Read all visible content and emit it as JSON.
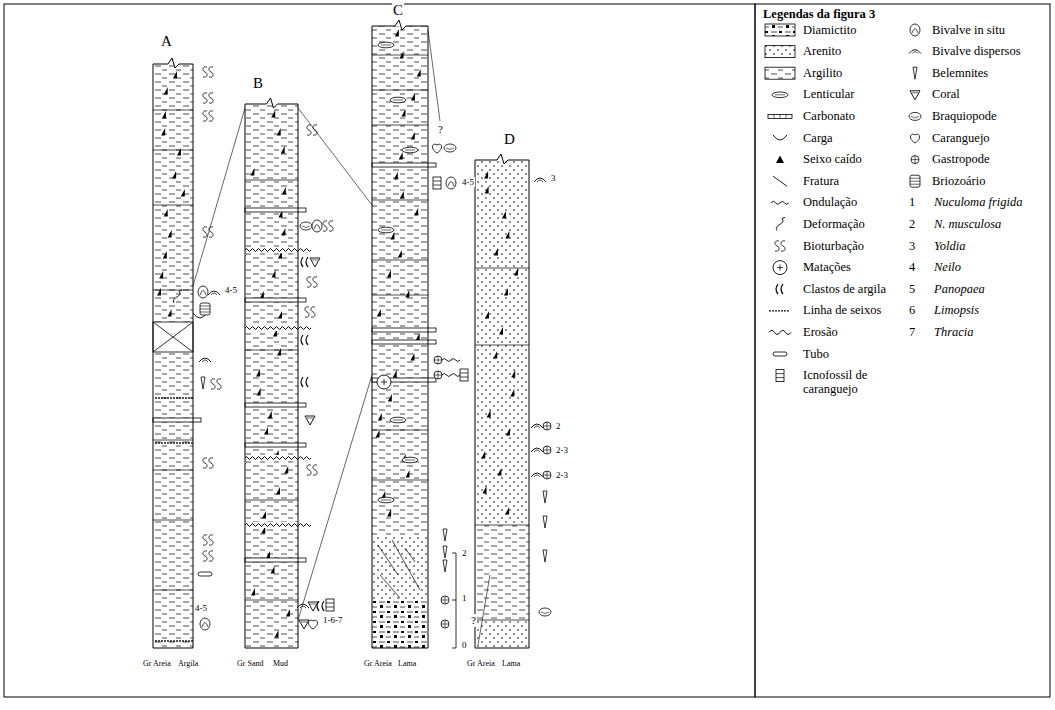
{
  "diagram": {
    "labels": [
      "A",
      "B",
      "C",
      "D",
      "Gr Areia",
      "Argila",
      "Gr Sand",
      "Mud",
      "Gr Areia",
      "Lama",
      "Gr Areia",
      "Lama",
      "0",
      "1",
      "2",
      "4-5",
      "4-5",
      "1-6-7",
      "4-5",
      "?",
      "?",
      "3",
      "2",
      "2-3",
      "2-3",
      "Legendas da figura 3",
      "1",
      "2",
      "3",
      "4",
      "5",
      "6",
      "7"
    ],
    "legend": [
      {
        "text": "Diamictito"
      },
      {
        "text": "Arenito"
      },
      {
        "text": "Argilito"
      },
      {
        "text": "Lenticular"
      },
      {
        "text": "Carbonato"
      },
      {
        "text": "Carga"
      },
      {
        "text": "Seixo caído"
      },
      {
        "text": "Fratura"
      },
      {
        "text": "Ondulação"
      },
      {
        "text": "Deformação"
      },
      {
        "text": "Bioturbação"
      },
      {
        "text": "Matações"
      },
      {
        "text": "Clastos de argila"
      },
      {
        "text": "Linha de seixos"
      },
      {
        "text": "Erosão"
      },
      {
        "text": "Tubo"
      },
      {
        "text": "Icnofossil de caranguejo"
      },
      {
        "text": "Bivalve in situ"
      },
      {
        "text": "Bivalve dispersos"
      },
      {
        "text": "Belemnites"
      },
      {
        "text": "Coral"
      },
      {
        "text": "Braquiopode"
      },
      {
        "text": "Caranguejo"
      },
      {
        "text": "Gastropode"
      },
      {
        "text": "Briozoário"
      },
      {
        "text": "Nuculoma frigida"
      },
      {
        "text": "N. musculosa"
      },
      {
        "text": "Yoldia"
      },
      {
        "text": "Neilo"
      },
      {
        "text": "Panopaea"
      },
      {
        "text": "Limopsis"
      },
      {
        "text": "Thracia"
      }
    ]
  }
}
